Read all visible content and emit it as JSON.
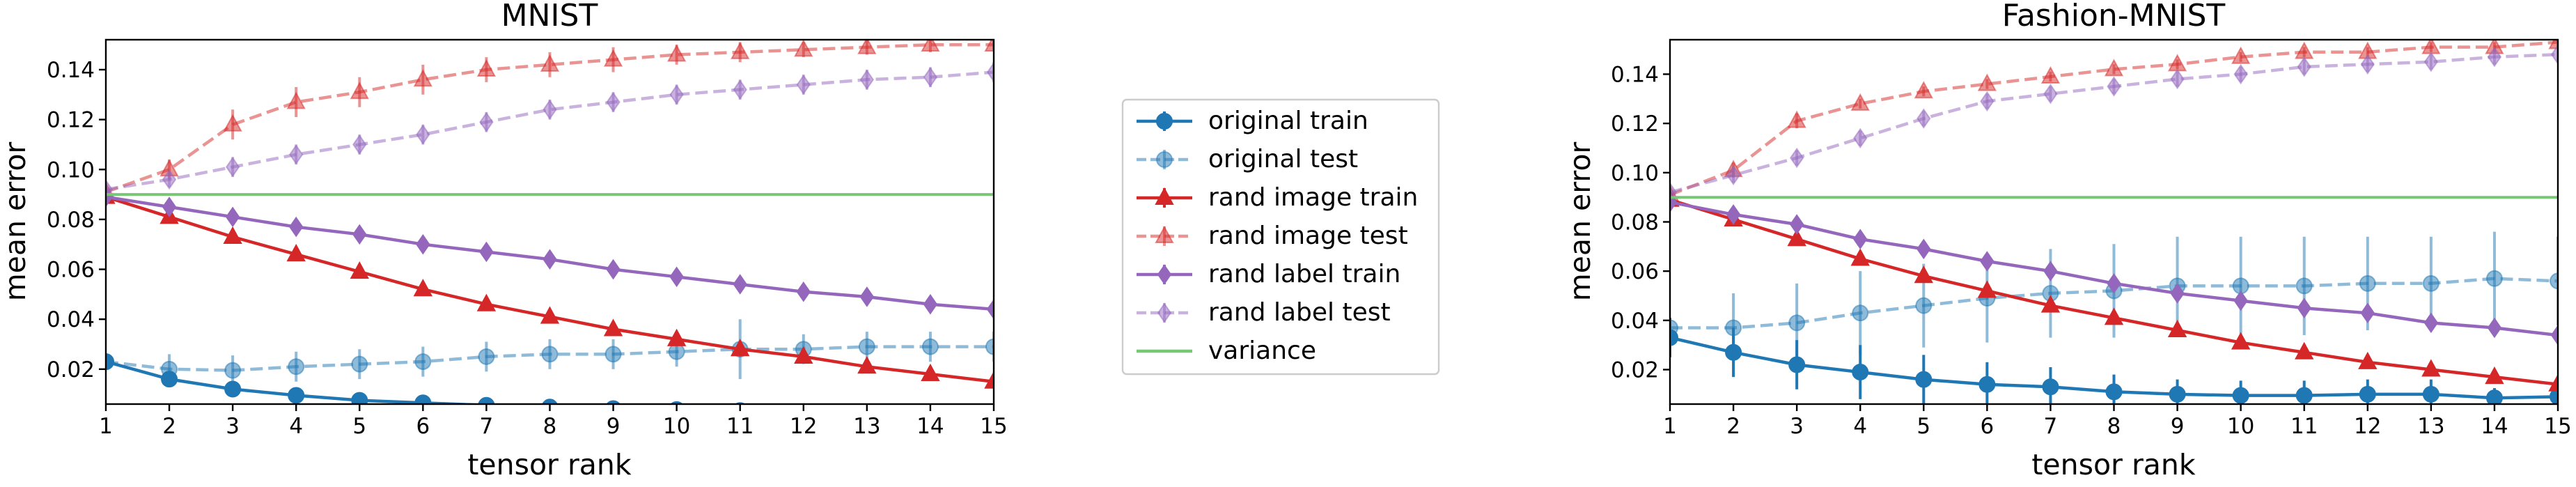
{
  "figure": {
    "colors": {
      "original": "#1f77b4",
      "rand_image": "#d62728",
      "rand_label": "#9467bd",
      "variance": "#77c777"
    }
  },
  "chart_data": [
    {
      "type": "line",
      "title": "MNIST",
      "xlabel": "tensor rank",
      "ylabel": "mean error",
      "xlim": [
        1,
        15
      ],
      "ylim": [
        0.006,
        0.152
      ],
      "x": [
        1,
        2,
        3,
        4,
        5,
        6,
        7,
        8,
        9,
        10,
        11,
        12,
        13,
        14,
        15
      ],
      "xticks": [
        "1",
        "2",
        "3",
        "4",
        "5",
        "6",
        "7",
        "8",
        "9",
        "10",
        "11",
        "12",
        "13",
        "14",
        "15"
      ],
      "yticks": [
        0.02,
        0.04,
        0.06,
        0.08,
        0.1,
        0.12,
        0.14
      ],
      "ytick_labels": [
        "0.02",
        "0.04",
        "0.06",
        "0.08",
        "0.10",
        "0.12",
        "0.14"
      ],
      "series": [
        {
          "name": "original train",
          "group": "original",
          "style": "solid",
          "marker": "circle",
          "values": [
            0.023,
            0.016,
            0.012,
            0.0095,
            0.0075,
            0.0065,
            0.0055,
            0.0048,
            0.0042,
            0.0038,
            0.0034,
            0.003,
            0.0027,
            0.0025,
            0.0023
          ],
          "errors": [
            0.003,
            0.003,
            0.003,
            0.003,
            0.002,
            0.002,
            0.002,
            0.0015,
            0.0015,
            0.0015,
            0.0012,
            0.0012,
            0.001,
            0.001,
            0.001
          ]
        },
        {
          "name": "original test",
          "group": "original",
          "style": "dashed",
          "marker": "circle",
          "values": [
            0.023,
            0.02,
            0.0195,
            0.021,
            0.022,
            0.023,
            0.025,
            0.026,
            0.026,
            0.027,
            0.028,
            0.028,
            0.029,
            0.029,
            0.029
          ],
          "errors": [
            0.003,
            0.006,
            0.006,
            0.006,
            0.006,
            0.006,
            0.006,
            0.006,
            0.006,
            0.006,
            0.012,
            0.006,
            0.006,
            0.006,
            0.006
          ]
        },
        {
          "name": "rand image train",
          "group": "rand_image",
          "style": "solid",
          "marker": "triangle",
          "values": [
            0.089,
            0.081,
            0.073,
            0.066,
            0.059,
            0.052,
            0.046,
            0.041,
            0.036,
            0.032,
            0.028,
            0.025,
            0.021,
            0.018,
            0.015
          ],
          "errors": [
            0.001,
            0.001,
            0.001,
            0.001,
            0.001,
            0.001,
            0.001,
            0.001,
            0.001,
            0.001,
            0.001,
            0.001,
            0.001,
            0.001,
            0.001
          ]
        },
        {
          "name": "rand image test",
          "group": "rand_image",
          "style": "dashed",
          "marker": "triangle",
          "values": [
            0.091,
            0.1,
            0.118,
            0.127,
            0.131,
            0.136,
            0.14,
            0.142,
            0.144,
            0.146,
            0.147,
            0.148,
            0.149,
            0.15,
            0.15
          ],
          "errors": [
            0.002,
            0.004,
            0.006,
            0.006,
            0.006,
            0.006,
            0.005,
            0.005,
            0.005,
            0.004,
            0.004,
            0.003,
            0.003,
            0.003,
            0.002
          ]
        },
        {
          "name": "rand label train",
          "group": "rand_label",
          "style": "solid",
          "marker": "diamond",
          "values": [
            0.089,
            0.085,
            0.081,
            0.077,
            0.074,
            0.07,
            0.067,
            0.064,
            0.06,
            0.057,
            0.054,
            0.051,
            0.049,
            0.046,
            0.044
          ],
          "errors": [
            0.001,
            0.001,
            0.001,
            0.001,
            0.001,
            0.001,
            0.001,
            0.001,
            0.001,
            0.001,
            0.001,
            0.001,
            0.001,
            0.001,
            0.001
          ]
        },
        {
          "name": "rand label test",
          "group": "rand_label",
          "style": "dashed",
          "marker": "diamond",
          "values": [
            0.092,
            0.096,
            0.101,
            0.106,
            0.11,
            0.114,
            0.119,
            0.124,
            0.127,
            0.13,
            0.132,
            0.134,
            0.136,
            0.137,
            0.139
          ],
          "errors": [
            0.002,
            0.003,
            0.004,
            0.004,
            0.004,
            0.004,
            0.004,
            0.004,
            0.004,
            0.004,
            0.004,
            0.004,
            0.004,
            0.004,
            0.004
          ]
        },
        {
          "name": "variance",
          "group": "variance",
          "style": "solid",
          "marker": "none",
          "values": [
            0.09,
            0.09,
            0.09,
            0.09,
            0.09,
            0.09,
            0.09,
            0.09,
            0.09,
            0.09,
            0.09,
            0.09,
            0.09,
            0.09,
            0.09
          ]
        }
      ]
    },
    {
      "type": "line",
      "title": "Fashion-MNIST",
      "xlabel": "tensor rank",
      "ylabel": "mean error",
      "xlim": [
        1,
        15
      ],
      "ylim": [
        0.006,
        0.154
      ],
      "x": [
        1,
        2,
        3,
        4,
        5,
        6,
        7,
        8,
        9,
        10,
        11,
        12,
        13,
        14,
        15
      ],
      "xticks": [
        "1",
        "2",
        "3",
        "4",
        "5",
        "6",
        "7",
        "8",
        "9",
        "10",
        "11",
        "12",
        "13",
        "14",
        "15"
      ],
      "yticks": [
        0.02,
        0.04,
        0.06,
        0.08,
        0.1,
        0.12,
        0.14
      ],
      "ytick_labels": [
        "0.02",
        "0.04",
        "0.06",
        "0.08",
        "0.10",
        "0.12",
        "0.14"
      ],
      "series": [
        {
          "name": "original train",
          "group": "original",
          "style": "solid",
          "marker": "circle",
          "values": [
            0.033,
            0.027,
            0.022,
            0.019,
            0.016,
            0.014,
            0.013,
            0.011,
            0.01,
            0.0095,
            0.0095,
            0.01,
            0.01,
            0.0085,
            0.009
          ],
          "errors": [
            0.008,
            0.01,
            0.01,
            0.011,
            0.01,
            0.009,
            0.008,
            0.007,
            0.006,
            0.006,
            0.006,
            0.006,
            0.006,
            0.004,
            0.004
          ]
        },
        {
          "name": "original test",
          "group": "original",
          "style": "dashed",
          "marker": "circle",
          "values": [
            0.037,
            0.037,
            0.039,
            0.043,
            0.046,
            0.049,
            0.051,
            0.052,
            0.054,
            0.054,
            0.054,
            0.055,
            0.055,
            0.057,
            0.056
          ],
          "errors": [
            0.004,
            0.014,
            0.016,
            0.017,
            0.017,
            0.018,
            0.018,
            0.019,
            0.02,
            0.02,
            0.02,
            0.019,
            0.019,
            0.019,
            0.018
          ]
        },
        {
          "name": "rand image train",
          "group": "rand_image",
          "style": "solid",
          "marker": "triangle",
          "values": [
            0.089,
            0.081,
            0.073,
            0.065,
            0.058,
            0.052,
            0.046,
            0.041,
            0.036,
            0.031,
            0.027,
            0.023,
            0.02,
            0.017,
            0.014
          ],
          "errors": [
            0.001,
            0.001,
            0.001,
            0.001,
            0.001,
            0.001,
            0.001,
            0.001,
            0.001,
            0.001,
            0.001,
            0.001,
            0.001,
            0.001,
            0.001
          ]
        },
        {
          "name": "rand image test",
          "group": "rand_image",
          "style": "dashed",
          "marker": "triangle",
          "values": [
            0.091,
            0.101,
            0.121,
            0.128,
            0.133,
            0.136,
            0.139,
            0.142,
            0.144,
            0.147,
            0.149,
            0.149,
            0.151,
            0.151,
            0.153
          ],
          "errors": [
            0.002,
            0.003,
            0.003,
            0.002,
            0.002,
            0.002,
            0.002,
            0.002,
            0.002,
            0.002,
            0.002,
            0.002,
            0.002,
            0.002,
            0.002
          ]
        },
        {
          "name": "rand label train",
          "group": "rand_label",
          "style": "solid",
          "marker": "diamond",
          "values": [
            0.088,
            0.083,
            0.079,
            0.073,
            0.069,
            0.064,
            0.06,
            0.055,
            0.051,
            0.048,
            0.045,
            0.043,
            0.039,
            0.037,
            0.034
          ],
          "errors": [
            0.001,
            0.001,
            0.001,
            0.001,
            0.001,
            0.001,
            0.001,
            0.001,
            0.001,
            0.001,
            0.001,
            0.001,
            0.001,
            0.001,
            0.001
          ]
        },
        {
          "name": "rand label test",
          "group": "rand_label",
          "style": "dashed",
          "marker": "diamond",
          "values": [
            0.092,
            0.099,
            0.106,
            0.114,
            0.122,
            0.129,
            0.132,
            0.135,
            0.138,
            0.14,
            0.143,
            0.144,
            0.145,
            0.147,
            0.148
          ],
          "errors": [
            0.002,
            0.003,
            0.003,
            0.003,
            0.003,
            0.003,
            0.003,
            0.003,
            0.003,
            0.003,
            0.003,
            0.003,
            0.003,
            0.003,
            0.003
          ]
        },
        {
          "name": "variance",
          "group": "variance",
          "style": "solid",
          "marker": "none",
          "values": [
            0.09,
            0.09,
            0.09,
            0.09,
            0.09,
            0.09,
            0.09,
            0.09,
            0.09,
            0.09,
            0.09,
            0.09,
            0.09,
            0.09,
            0.09
          ]
        }
      ]
    }
  ],
  "legend": {
    "placement": "between-panels",
    "entries": [
      {
        "label": "original train",
        "group": "original",
        "style": "solid",
        "marker": "circle"
      },
      {
        "label": "original test",
        "group": "original",
        "style": "dashed",
        "marker": "circle"
      },
      {
        "label": "rand image train",
        "group": "rand_image",
        "style": "solid",
        "marker": "triangle"
      },
      {
        "label": "rand image test",
        "group": "rand_image",
        "style": "dashed",
        "marker": "triangle"
      },
      {
        "label": "rand label train",
        "group": "rand_label",
        "style": "solid",
        "marker": "diamond"
      },
      {
        "label": "rand label test",
        "group": "rand_label",
        "style": "dashed",
        "marker": "diamond"
      },
      {
        "label": "variance",
        "group": "variance",
        "style": "solid",
        "marker": "none"
      }
    ]
  }
}
